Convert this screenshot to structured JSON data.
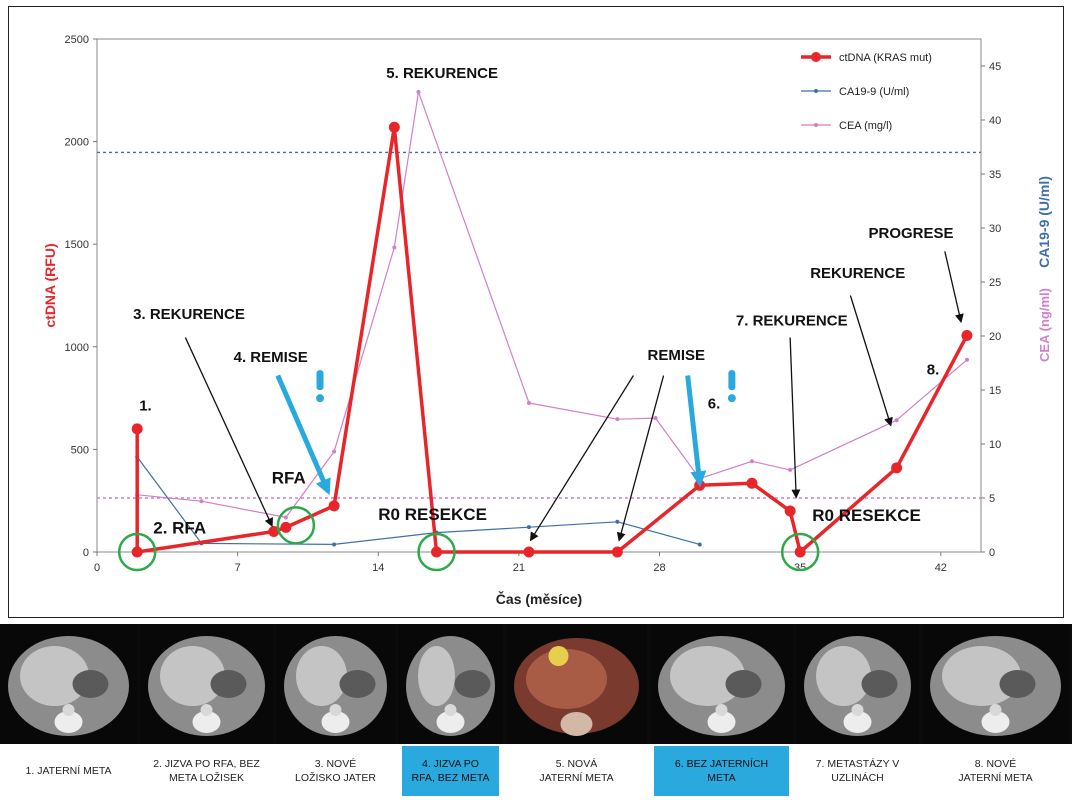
{
  "chart_data": {
    "type": "line",
    "xlabel": "Čas (měsíce)",
    "ylabel_left": "ctDNA (RFU)",
    "ylabel_right_ca199": "CA19-9 (U/ml)",
    "ylabel_right_cea": "CEA (ng/ml)",
    "x_ticks": [
      "0",
      "7",
      "14",
      "21",
      "28",
      "35",
      "42"
    ],
    "x_tick_values": [
      0,
      7,
      14,
      21,
      28,
      35,
      42
    ],
    "xlim": [
      0,
      44
    ],
    "y_left_ticks": [
      "0",
      "500",
      "1000",
      "1500",
      "2000",
      "2500"
    ],
    "ylim_left": [
      0,
      2500
    ],
    "y_right_ticks": [
      "0",
      "5",
      "10",
      "15",
      "20",
      "25",
      "30",
      "35",
      "40",
      "45"
    ],
    "ylim_right": [
      0,
      47.5
    ],
    "legend_position": "top-right",
    "legend": [
      {
        "label": "ctDNA (KRAS mut)",
        "color": "#e8262a"
      },
      {
        "label": "CA19-9 (U/ml)",
        "color": "#3f6fa8"
      },
      {
        "label": "CEA (mg/l)",
        "color": "#d27fc8"
      }
    ],
    "series": [
      {
        "name": "ctDNA (KRAS mut)",
        "color": "#e8262a",
        "axis": "left",
        "x": [
          2,
          2,
          8.8,
          9.4,
          11.8,
          14.8,
          16.9,
          21.5,
          25.9,
          30,
          32.6,
          34.5,
          35,
          39.8,
          43.3
        ],
        "y": [
          600,
          0,
          100,
          120,
          225,
          2070,
          0,
          0,
          0,
          325,
          335,
          200,
          0,
          410,
          1055
        ]
      },
      {
        "name": "CA19-9 (U/ml)",
        "color": "#3f6fa8",
        "axis": "right",
        "x": [
          2,
          5.2,
          11.8,
          16.9,
          21.5,
          25.9,
          30
        ],
        "y": [
          8.8,
          0.8,
          0.7,
          1.8,
          2.3,
          2.8,
          0.7
        ]
      },
      {
        "name": "CEA (mg/l)",
        "color": "#d27fc8",
        "axis": "right",
        "x": [
          2,
          5.2,
          9.4,
          11.8,
          14.8,
          16,
          21.5,
          25.9,
          27.8,
          30,
          32.6,
          34.5,
          39.8,
          43.3
        ],
        "y": [
          5.3,
          4.7,
          3.2,
          9.3,
          28.2,
          42.6,
          13.8,
          12.3,
          12.4,
          6.8,
          8.4,
          7.6,
          12.2,
          17.8
        ]
      }
    ],
    "reference_lines": [
      {
        "axis": "right",
        "y": 37,
        "color": "#3f6fa8"
      },
      {
        "axis": "right",
        "y": 5,
        "color": "#d27fc8"
      }
    ],
    "annotations": [
      {
        "text": "5. REKURENCE",
        "x": 14.4,
        "y": 2310,
        "size": 15
      },
      {
        "text": "1.",
        "x": 2.1,
        "y": 690,
        "size": 15
      },
      {
        "text": "2. RFA",
        "x": 2.8,
        "y": 90,
        "size": 17
      },
      {
        "text": "RFA",
        "x": 8.7,
        "y": 335,
        "size": 17
      },
      {
        "text": "3. REKURENCE",
        "x": 1.8,
        "y": 1135,
        "size": 15
      },
      {
        "text": "4. REMISE",
        "x": 6.8,
        "y": 925,
        "size": 15
      },
      {
        "text": "R0 RESEKCE",
        "x": 14,
        "y": 155,
        "size": 17
      },
      {
        "text": "REMISE",
        "x": 27.4,
        "y": 935,
        "size": 15
      },
      {
        "text": "6.",
        "x": 30.4,
        "y": 700,
        "size": 15
      },
      {
        "text": "7. REKURENCE",
        "x": 31.8,
        "y": 1105,
        "size": 15
      },
      {
        "text": "R0 RESEKCE",
        "x": 35.6,
        "y": 150,
        "size": 17
      },
      {
        "text": "REKURENCE",
        "x": 35.5,
        "y": 1335,
        "size": 15
      },
      {
        "text": "PROGRESE",
        "x": 38.4,
        "y": 1530,
        "size": 15
      },
      {
        "text": "8.",
        "x": 41.3,
        "y": 865,
        "size": 15
      }
    ],
    "exclamations": [
      {
        "x": 11.1,
        "y": 740
      },
      {
        "x": 31.6,
        "y": 740
      }
    ],
    "black_arrows": [
      {
        "x1": 4.4,
        "y1": 1045,
        "x2": 8.7,
        "y2": 130
      },
      {
        "x1": 26.7,
        "y1": 860,
        "x2": 21.6,
        "y2": 60
      },
      {
        "x1": 28.2,
        "y1": 860,
        "x2": 26,
        "y2": 60
      },
      {
        "x1": 34.5,
        "y1": 1045,
        "x2": 34.8,
        "y2": 270
      },
      {
        "x1": 37.5,
        "y1": 1250,
        "x2": 39.5,
        "y2": 620
      },
      {
        "x1": 42.2,
        "y1": 1465,
        "x2": 43,
        "y2": 1125
      }
    ],
    "blue_arrows": [
      {
        "x1": 9,
        "y1": 860,
        "x2": 11.5,
        "y2": 295
      },
      {
        "x1": 29.4,
        "y1": 860,
        "x2": 30,
        "y2": 335
      }
    ],
    "circles": [
      {
        "x": 2,
        "y": 0
      },
      {
        "x": 9.9,
        "y": 130
      },
      {
        "x": 16.9,
        "y": 0
      },
      {
        "x": 35,
        "y": 0
      }
    ]
  },
  "scans": [
    {
      "caption": "1. JATERNÍ META",
      "highlight": false
    },
    {
      "caption": "2. JIZVA PO RFA, BEZ\nMETA LOŽISEK",
      "highlight": false
    },
    {
      "caption": "3. NOVÉ\nLOŽISKO JATER",
      "highlight": false
    },
    {
      "caption": "4. JIZVA PO\nRFA, BEZ META",
      "highlight": true
    },
    {
      "caption": "5. NOVÁ\nJATERNÍ META",
      "highlight": false
    },
    {
      "caption": "6. BEZ JATERNÍCH\nMETA",
      "highlight": true
    },
    {
      "caption": "7. METASTÁZY V\nUZLINÁCH",
      "highlight": false
    },
    {
      "caption": "8. NOVÉ\nJATERNÍ META",
      "highlight": false
    }
  ],
  "colors": {
    "ctdna": "#e8262a",
    "ca199": "#3f6fa8",
    "cea": "#d27fc8",
    "annotation_arrow": "#2aa9df",
    "circle": "#2fa84a",
    "caption_highlight": "#2aa9df"
  }
}
